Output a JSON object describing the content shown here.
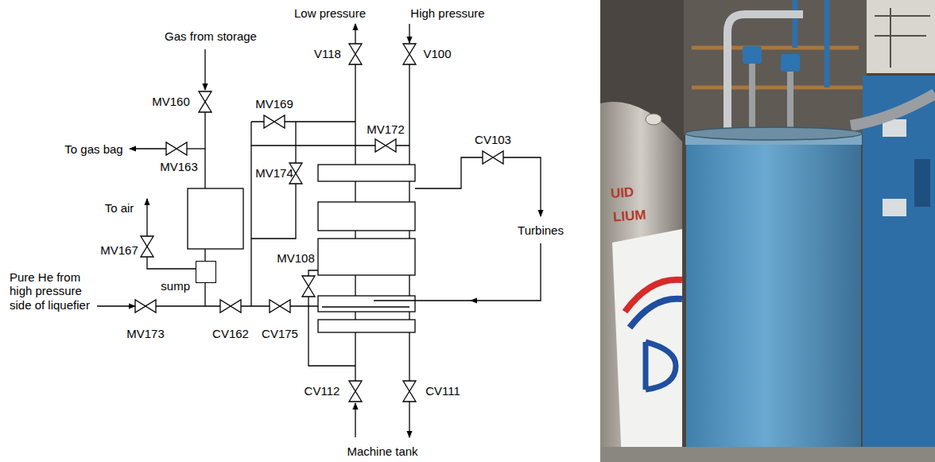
{
  "diagram": {
    "nodes": [
      {
        "text": [
          "sump"
        ]
      }
    ],
    "labels": [
      "Gas from storage",
      "Low pressure",
      "High pressure",
      "V118",
      "V100",
      "MV160",
      "MV169",
      "MV172",
      "To gas bag",
      "MV163",
      "MV174",
      "CV103",
      "To air",
      "Turbines",
      "MV167",
      "MV108",
      "Pure He from high pressure side of liquefier",
      "MV173",
      "CV162",
      "CV175",
      "CV112",
      "CV111",
      "Machine tank",
      "UID",
      "LIUM"
    ]
  }
}
